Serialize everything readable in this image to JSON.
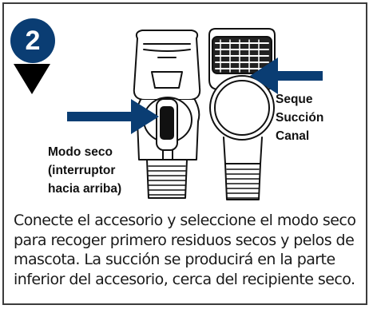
{
  "step": {
    "number": "2"
  },
  "labels": {
    "dry_mode": [
      "Modo seco",
      "(interruptor",
      "hacia arriba)"
    ],
    "dry_suction": [
      "Seque",
      "Succión",
      "Canal"
    ]
  },
  "instruction": [
    "Conecte el accesorio y seleccione el modo seco",
    "para recoger primero residuos secos y pelos de",
    "mascota. La succión se producirá en la parte",
    "inferior del accesorio, cerca del recipiente seco."
  ],
  "colors": {
    "accent": "#0a3d73",
    "frame": "#3c3c3c",
    "text": "#1a1a1a"
  },
  "icons": [
    "step-badge",
    "down-arrow-icon",
    "pointer-arrow-icon",
    "attachment-front-illustration",
    "attachment-back-illustration"
  ]
}
